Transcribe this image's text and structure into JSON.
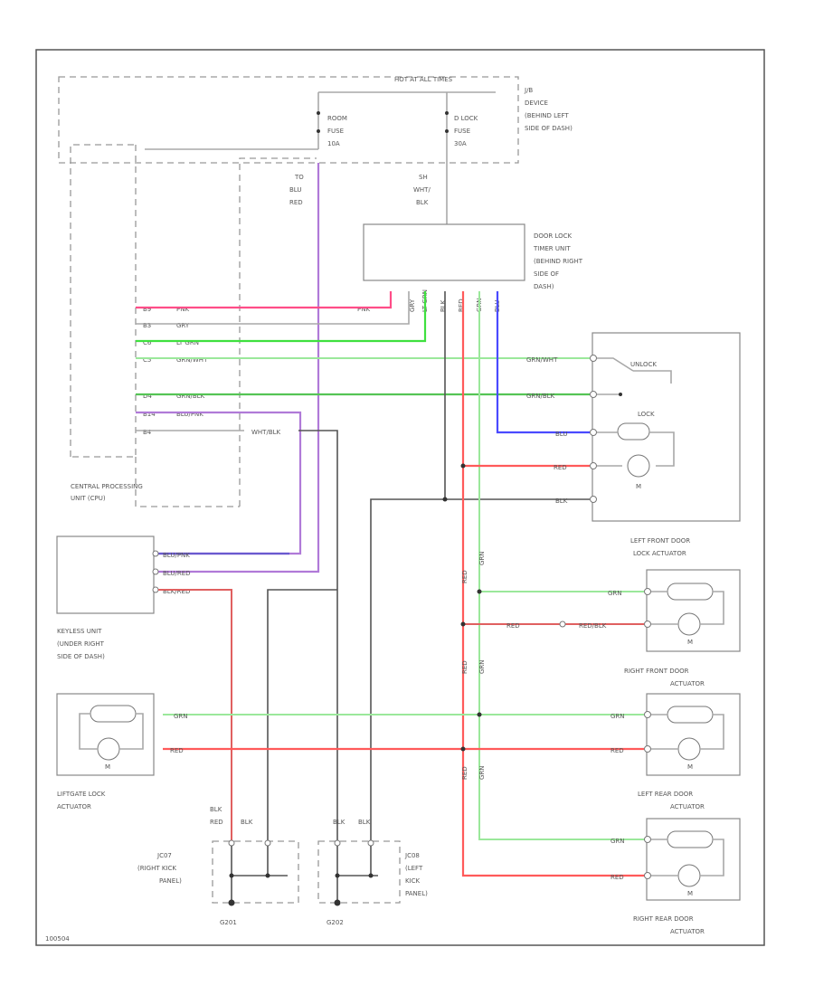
{
  "fuse_box": {
    "header": "HOT AT ALL TIMES",
    "location": [
      "J/B",
      "DEVICE",
      "(BEHIND LEFT",
      "SIDE OF DASH)"
    ],
    "room_fuse": [
      "ROOM",
      "FUSE",
      "10A"
    ],
    "dlock_fuse": [
      "D LOCK",
      "FUSE",
      "30A"
    ]
  },
  "wires": {
    "to_cpu": [
      "TO",
      "BLU",
      "RED"
    ],
    "to_timer": [
      "SH",
      "WHT/",
      "BLK"
    ]
  },
  "timer": {
    "name": [
      "DOOR LOCK",
      "TIMER UNIT",
      "(BEHIND RIGHT",
      "SIDE OF",
      "DASH)"
    ],
    "pins": [
      "GRY",
      "LT GRN",
      "BLK",
      "RED",
      "GRN",
      "BLU"
    ]
  },
  "cpu": {
    "name": [
      "CENTRAL PROCESSING",
      "UNIT (CPU)"
    ],
    "pins": [
      {
        "num": "B9",
        "wire": "PNK"
      },
      {
        "num": "B3",
        "wire": "GRY"
      },
      {
        "num": "C6",
        "wire": "LT GRN"
      },
      {
        "num": "C5",
        "wire": "GRN/WHT"
      },
      {
        "num": "D4",
        "wire": "GRN/BLK"
      },
      {
        "num": "B14",
        "wire": "BLU/PNK"
      },
      {
        "num": "B4",
        "wire": "WHT/BLK"
      }
    ]
  },
  "lf_actuator": {
    "name": [
      "LEFT FRONT DOOR",
      "LOCK ACTUATOR"
    ],
    "unlock": "UNLOCK",
    "lock": "LOCK",
    "motor": "M",
    "wires": [
      "GRN/WHT",
      "GRN/BLK",
      "BLU",
      "RED",
      "BLK"
    ]
  },
  "keyless": {
    "name": [
      "KEYLESS UNIT",
      "(UNDER RIGHT",
      "SIDE OF DASH)"
    ],
    "wires": [
      "BLU/PNK",
      "BLU/RED",
      "BLK/RED"
    ]
  },
  "rf_actuator": {
    "name": [
      "RIGHT FRONT DOOR",
      "ACTUATOR"
    ],
    "wires": [
      "GRN",
      "RED/BLK"
    ],
    "motor": "M"
  },
  "lr_actuator": {
    "name": [
      "LEFT REAR DOOR",
      "ACTUATOR"
    ],
    "wires": [
      "GRN",
      "RED"
    ],
    "motor": "M"
  },
  "rr_actuator": {
    "name": [
      "RIGHT REAR DOOR",
      "ACTUATOR"
    ],
    "wires": [
      "GRN",
      "RED"
    ],
    "motor": "M"
  },
  "liftgate": {
    "name": [
      "LIFTGATE LOCK",
      "ACTUATOR"
    ],
    "wires": [
      "GRN",
      "RED"
    ],
    "motor": "M"
  },
  "mid_wires": {
    "red": "RED",
    "grn": "GRN",
    "red_line": "RED"
  },
  "ground1": {
    "wires": [
      "BLK",
      "RED",
      "BLK"
    ],
    "name": [
      "JC07",
      "(RIGHT KICK",
      "PANEL)"
    ],
    "gnd": "G201"
  },
  "ground2": {
    "wires": [
      "BLK",
      "BLK"
    ],
    "name": [
      "JC08",
      "(LEFT",
      "KICK",
      "PANEL)"
    ],
    "gnd": "G202"
  },
  "footer": "100504"
}
